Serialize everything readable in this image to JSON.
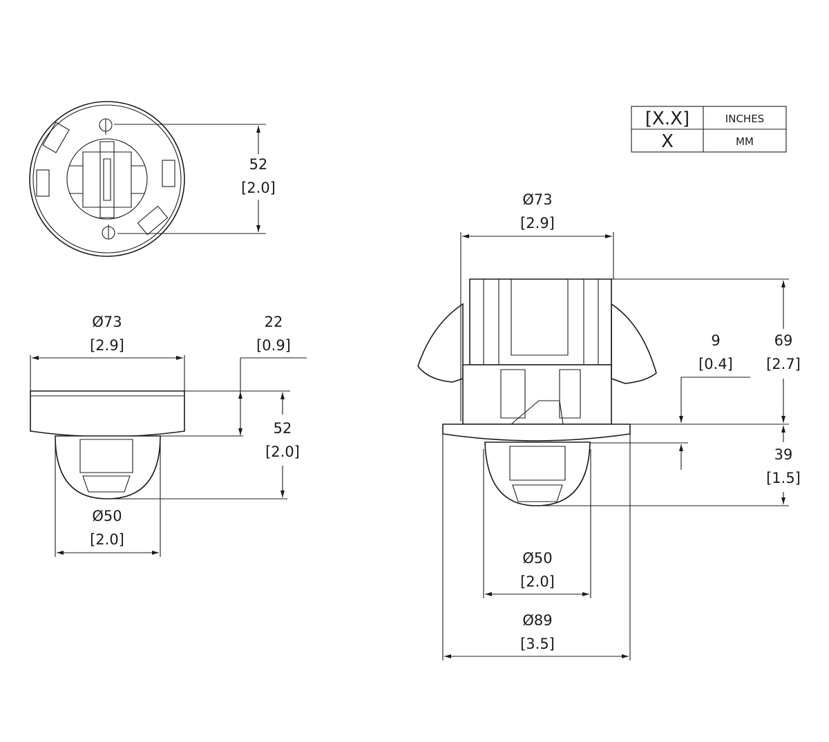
{
  "legend": {
    "rows": [
      {
        "symbol": "[X.X]",
        "unit": "INCHES"
      },
      {
        "symbol": "X",
        "unit": "MM"
      }
    ]
  },
  "top_view": {
    "height_mm": "52",
    "height_in": "[2.0]"
  },
  "side_view": {
    "diameter_mm": "Ø73",
    "diameter_in": "[2.9]",
    "base_height_mm": "22",
    "base_height_in": "[0.9]",
    "total_height_mm": "52",
    "total_height_in": "[2.0]",
    "dome_diameter_mm": "Ø50",
    "dome_diameter_in": "[2.0]"
  },
  "flush_view": {
    "top_diameter_mm": "Ø73",
    "top_diameter_in": "[2.9]",
    "trim_offset_mm": "9",
    "trim_offset_in": "[0.4]",
    "body_height_mm": "69",
    "body_height_in": "[2.7]",
    "dome_height_mm": "39",
    "dome_height_in": "[1.5]",
    "dome_diameter_mm": "Ø50",
    "dome_diameter_in": "[2.0]",
    "trim_diameter_mm": "Ø89",
    "trim_diameter_in": "[3.5]"
  }
}
